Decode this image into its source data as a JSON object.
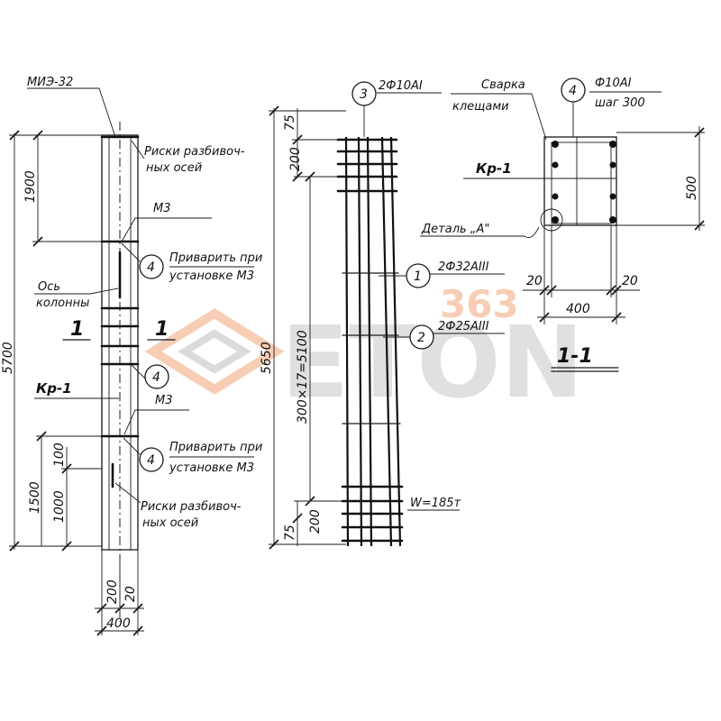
{
  "labels": {
    "mi3_32": "МИЭ-32",
    "riski_1": "Риски разбивоч-",
    "riski_2": "ных осей",
    "m3": "М3",
    "privarit_1": "Приварить при",
    "privarit_2": "установке М3",
    "os_1": "Ось",
    "os_2": "колонны",
    "section_mark": "1",
    "kr1": "Кр-1",
    "bar3": "2Ф10АI",
    "bar1": "2Ф32АIII",
    "bar2": "2Ф25АIII",
    "weight": "W=185т",
    "svarka_1": "Сварка",
    "svarka_2": "клещами",
    "stirrup_1": "Ф10АI",
    "stirrup_2": "шаг 300",
    "detail": "Деталь „А\"",
    "section_title": "1-1"
  },
  "callouts": {
    "c4": "4",
    "c3": "3",
    "c1": "1",
    "c2": "2"
  },
  "dims": {
    "d5700": "5700",
    "d1900": "1900",
    "d1500": "1500",
    "d1000": "1000",
    "d100": "100",
    "d200": "200",
    "d20": "20",
    "d400": "400",
    "d5650": "5650",
    "d5100": "300×17=5100",
    "d75": "75",
    "d200s": "200",
    "d500": "500",
    "d20s": "20"
  },
  "watermark": {
    "number": "363",
    "word": "ETON",
    "brand_color": "#f2a77a",
    "gray_color": "#bfbfbf"
  }
}
